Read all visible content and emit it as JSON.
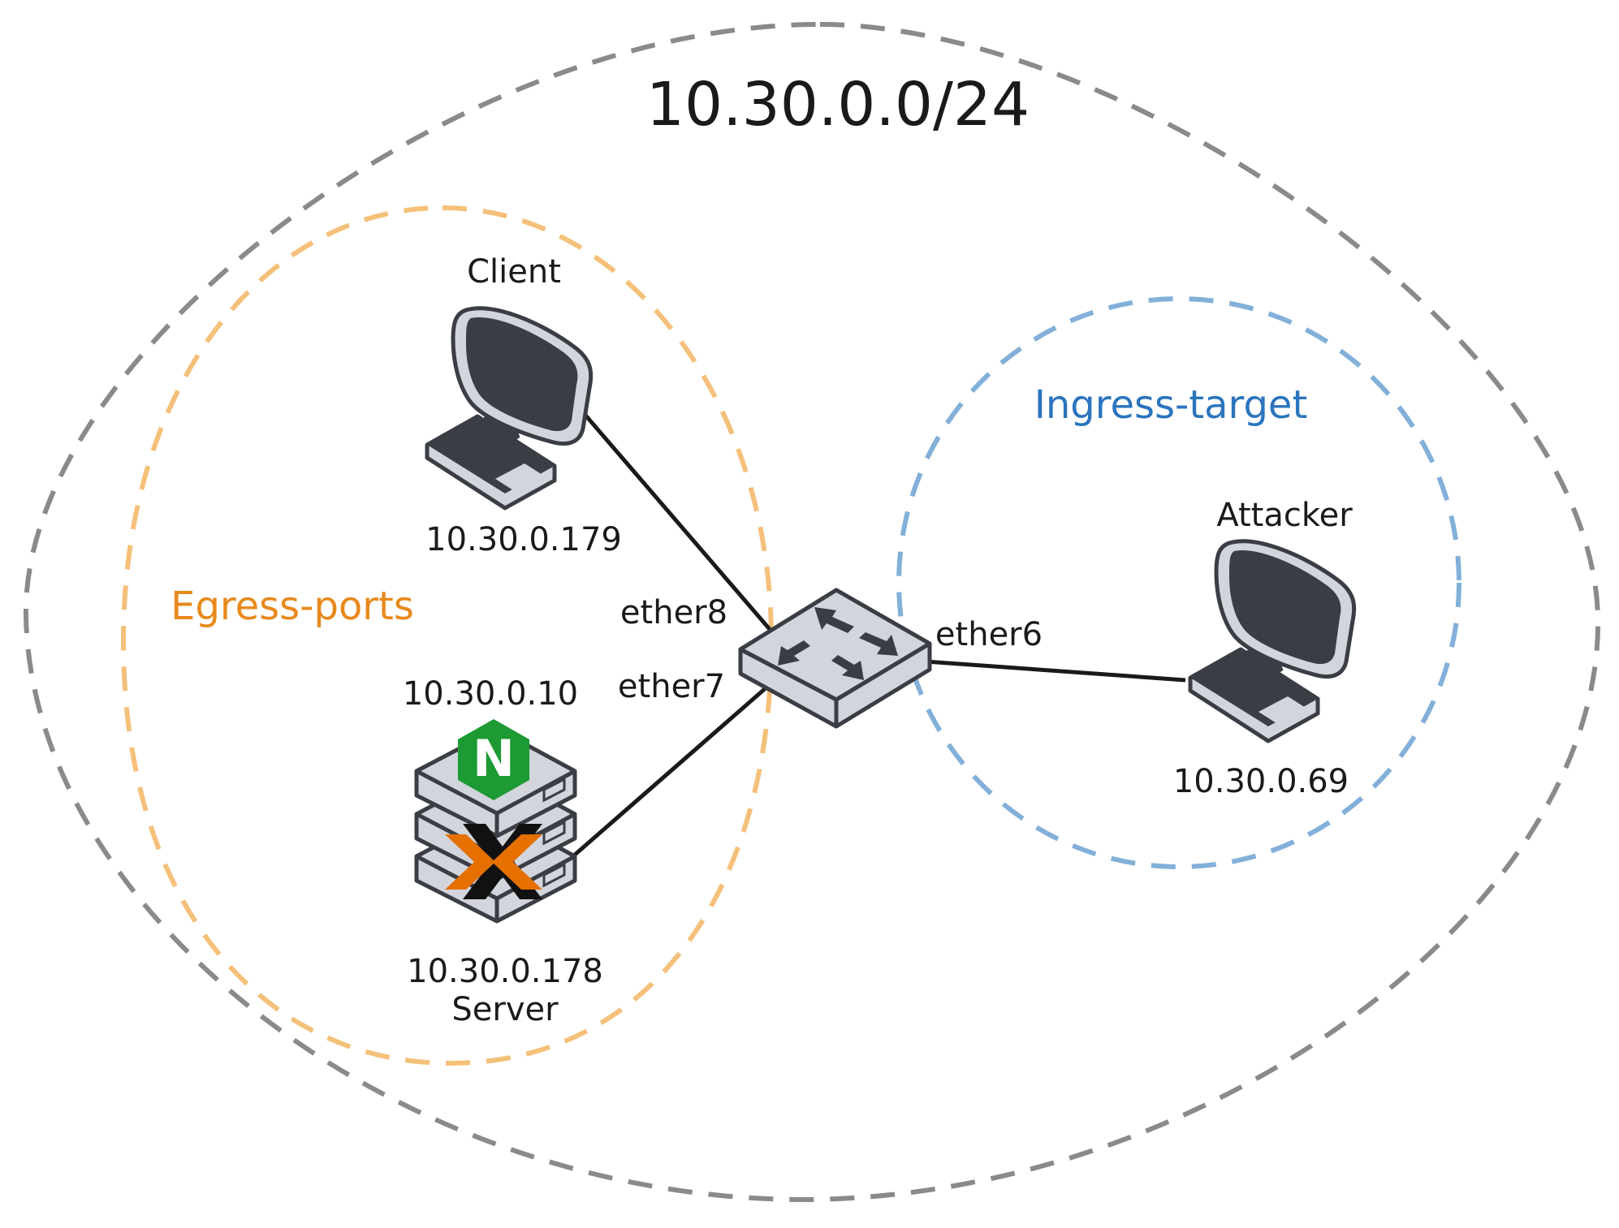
{
  "network": {
    "subnet_label": "10.30.0.0/24",
    "egress_zone_label": "Egress-ports",
    "ingress_zone_label": "Ingress-target"
  },
  "colors": {
    "subnet_border": "#8a8a8a",
    "egress_border": "#f5c07a",
    "egress_text": "#e8891c",
    "ingress_border": "#82b0d9",
    "ingress_text": "#2a74bd",
    "link": "#1a1a1a",
    "device_dark": "#3a3d44",
    "device_light": "#d2d5dc",
    "nginx_green": "#1d9a34",
    "proxmox_orange": "#e57000"
  },
  "nodes": {
    "client": {
      "name": "Client",
      "ip": "10.30.0.179",
      "icon": "desktop-computer-icon"
    },
    "server": {
      "name": "Server",
      "ip_primary": "10.30.0.10",
      "ip_secondary": "10.30.0.178",
      "icon": "server-stack-icon"
    },
    "attacker": {
      "name": "Attacker",
      "ip": "10.30.0.69",
      "icon": "desktop-computer-icon"
    },
    "switch": {
      "icon": "network-switch-icon"
    }
  },
  "ports": {
    "client_port": "ether8",
    "server_port": "ether7",
    "attacker_port": "ether6"
  },
  "badges": {
    "nginx_letter": "N"
  }
}
